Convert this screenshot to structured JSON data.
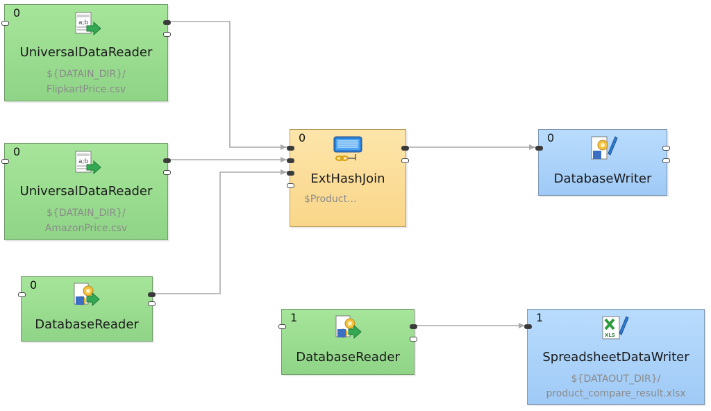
{
  "nodes": {
    "reader_flipkart": {
      "phase": "0",
      "title": "UniversalDataReader",
      "sub1": "${DATAIN_DIR}/",
      "sub2": "FlipkartPrice.csv",
      "icon": "universal-data-reader-icon"
    },
    "reader_amazon": {
      "phase": "0",
      "title": "UniversalDataReader",
      "sub1": "${DATAIN_DIR}/",
      "sub2": "AmazonPrice.csv",
      "icon": "universal-data-reader-icon"
    },
    "db_reader_0": {
      "phase": "0",
      "title": "DatabaseReader",
      "icon": "database-reader-icon"
    },
    "join": {
      "phase": "0",
      "title": "ExtHashJoin",
      "sub1": "$Product...",
      "icon": "hash-join-icon"
    },
    "db_writer": {
      "phase": "0",
      "title": "DatabaseWriter",
      "icon": "database-writer-icon"
    },
    "db_reader_1": {
      "phase": "1",
      "title": "DatabaseReader",
      "icon": "database-reader-icon"
    },
    "spreadsheet_writer": {
      "phase": "1",
      "title": "SpreadsheetDataWriter",
      "sub1": "${DATAOUT_DIR}/",
      "sub2": "product_compare_result.xlsx",
      "icon": "spreadsheet-writer-icon"
    }
  },
  "colors": {
    "reader": "#9ad98f",
    "transformer": "#fbdc95",
    "writer": "#acd2fa",
    "edge": "#a9a9a9"
  }
}
